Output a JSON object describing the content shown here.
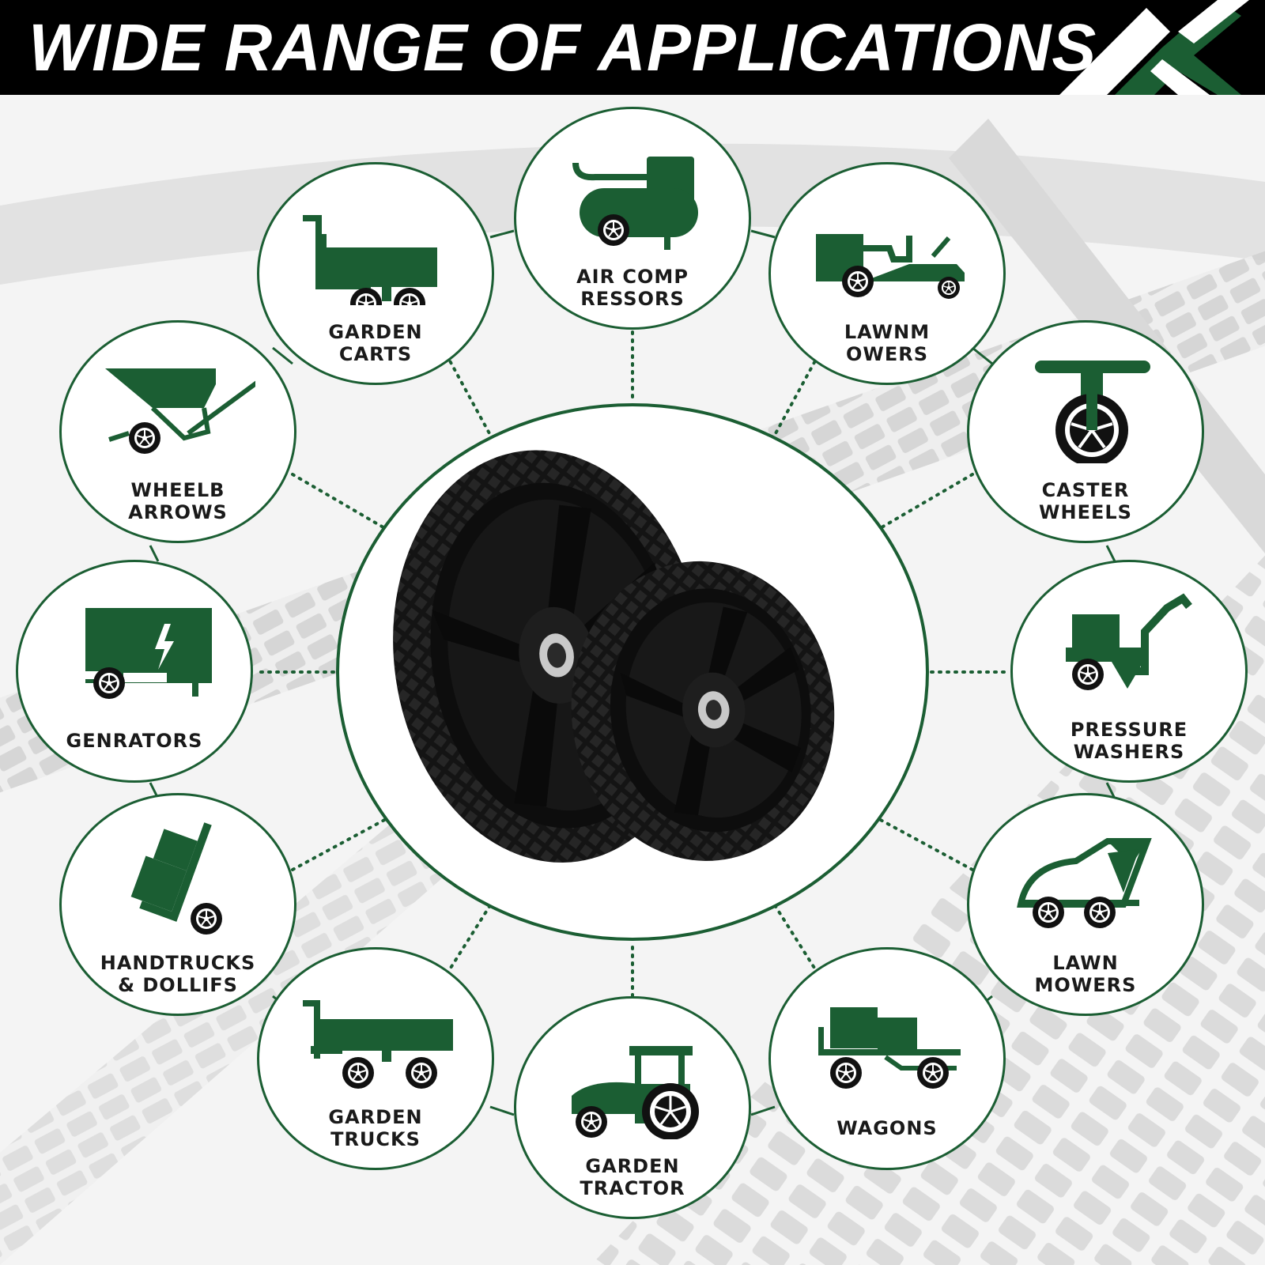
{
  "header": {
    "title": "WIDE RANGE OF APPLICATIONS"
  },
  "colors": {
    "brand_green": "#1b5e33",
    "header_bg": "#000000",
    "wheel_black": "#111111"
  },
  "applications": [
    {
      "id": "air-compressors",
      "icon": "air-compressor-icon",
      "line1": "AIR COMP",
      "line2": "RESSORS"
    },
    {
      "id": "lawnmowers-riding",
      "icon": "riding-mower-icon",
      "line1": "LAWNM",
      "line2": "OWERS"
    },
    {
      "id": "caster-wheels",
      "icon": "caster-wheel-icon",
      "line1": "CASTER",
      "line2": "WHEELS"
    },
    {
      "id": "pressure-washers",
      "icon": "pressure-washer-icon",
      "line1": "PRESSURE",
      "line2": "WASHERS"
    },
    {
      "id": "lawn-mowers",
      "icon": "push-mower-icon",
      "line1": "LAWN",
      "line2": "MOWERS"
    },
    {
      "id": "wagons",
      "icon": "wagon-icon",
      "line1": "WAGONS",
      "line2": ""
    },
    {
      "id": "garden-tractor",
      "icon": "tractor-icon",
      "line1": "GARDEN",
      "line2": "TRACTOR"
    },
    {
      "id": "garden-trucks",
      "icon": "garden-truck-icon",
      "line1": "GARDEN",
      "line2": "TRUCKS"
    },
    {
      "id": "handtrucks-dollies",
      "icon": "handtruck-icon",
      "line1": "HANDTRUCKS",
      "line2": "& DOLLIFS"
    },
    {
      "id": "generators",
      "icon": "generator-icon",
      "line1": "GENRATORS",
      "line2": ""
    },
    {
      "id": "wheelbarrows",
      "icon": "wheelbarrow-icon",
      "line1": "WHEELB",
      "line2": "ARROWS"
    },
    {
      "id": "garden-carts",
      "icon": "garden-cart-icon",
      "line1": "GARDEN",
      "line2": "CARTS"
    }
  ]
}
